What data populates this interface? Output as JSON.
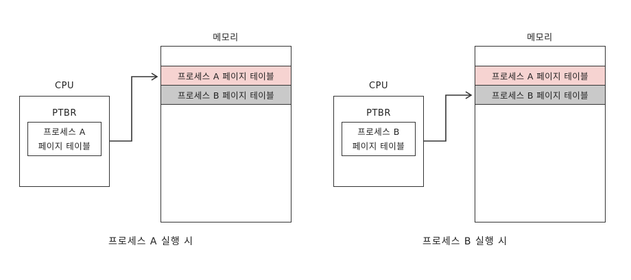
{
  "panels": [
    {
      "cpu_label": "CPU",
      "ptbr_label": "PTBR",
      "ptbr_value_line1": "프로세스 A",
      "ptbr_value_line2": "페이지 테이블",
      "memory_label": "메모리",
      "memory_rows": [
        {
          "label": "프로세스 A 페이지 테이블",
          "color": "#f6d3d1"
        },
        {
          "label": "프로세스 B 페이지 테이블",
          "color": "#c9c9c9"
        }
      ],
      "pointer_target": "프로세스 A 페이지 테이블",
      "caption": "프로세스 A 실행 시"
    },
    {
      "cpu_label": "CPU",
      "ptbr_label": "PTBR",
      "ptbr_value_line1": "프로세스 B",
      "ptbr_value_line2": "페이지 테이블",
      "memory_label": "메모리",
      "memory_rows": [
        {
          "label": "프로세스 A 페이지 테이블",
          "color": "#f6d3d1"
        },
        {
          "label": "프로세스 B 페이지 테이블",
          "color": "#c9c9c9"
        }
      ],
      "pointer_target": "프로세스 B 페이지 테이블",
      "caption": "프로세스 B 실행 시"
    }
  ]
}
